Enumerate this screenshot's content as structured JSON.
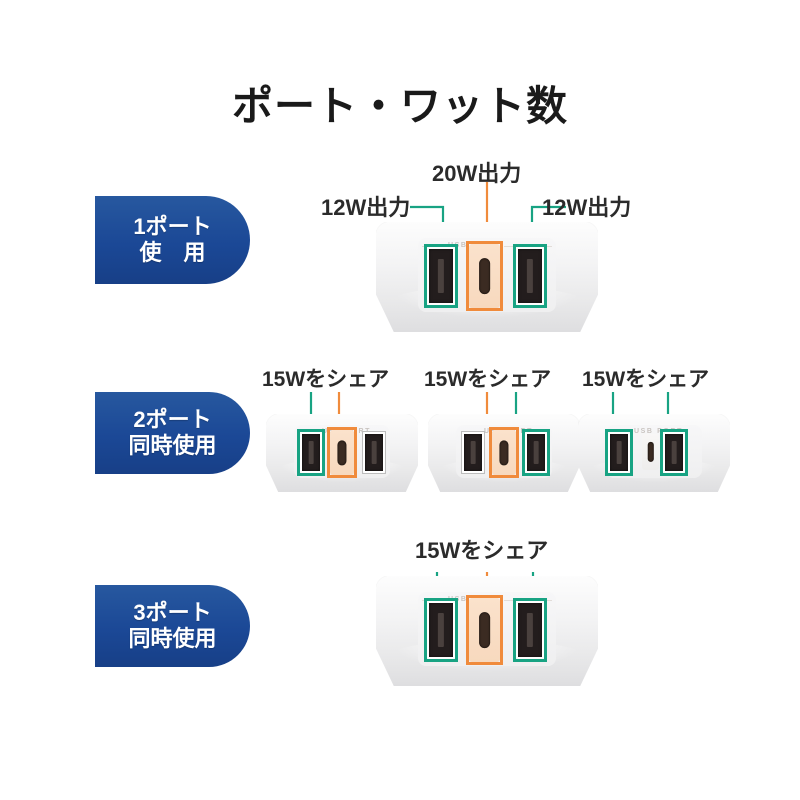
{
  "page": {
    "title": "ポート・ワット数",
    "background_color": "#ffffff",
    "accent_blue": "#1c4d9e",
    "accent_teal": "#18a383",
    "accent_orange": "#f08b3c"
  },
  "rows": [
    {
      "badge": {
        "line1": "1ポート",
        "line2": "使　用"
      },
      "labels": [
        {
          "text": "12W出力",
          "port": "usb-a-left"
        },
        {
          "text": "20W出力",
          "port": "usb-c-center"
        },
        {
          "text": "12W出力",
          "port": "usb-a-right"
        }
      ],
      "devices": [
        {
          "face_label": "USB PORT",
          "ports": [
            {
              "type": "usb-a",
              "highlight": "teal"
            },
            {
              "type": "usb-c",
              "highlight": "orange"
            },
            {
              "type": "usb-a",
              "highlight": "teal"
            }
          ]
        }
      ]
    },
    {
      "badge": {
        "line1": "2ポート",
        "line2": "同時使用"
      },
      "labels": [
        {
          "text": "15Wをシェア"
        },
        {
          "text": "15Wをシェア"
        },
        {
          "text": "15Wをシェア"
        }
      ],
      "devices": [
        {
          "face_label": "USB PORT",
          "ports": [
            {
              "type": "usb-a",
              "highlight": "teal"
            },
            {
              "type": "usb-c",
              "highlight": "orange"
            },
            {
              "type": "usb-a",
              "highlight": "none"
            }
          ]
        },
        {
          "face_label": "USB PORT",
          "ports": [
            {
              "type": "usb-a",
              "highlight": "none"
            },
            {
              "type": "usb-c",
              "highlight": "orange"
            },
            {
              "type": "usb-a",
              "highlight": "teal"
            }
          ]
        },
        {
          "face_label": "USB PORT",
          "ports": [
            {
              "type": "usb-a",
              "highlight": "teal"
            },
            {
              "type": "usb-c",
              "highlight": "none"
            },
            {
              "type": "usb-a",
              "highlight": "teal"
            }
          ]
        }
      ]
    },
    {
      "badge": {
        "line1": "3ポート",
        "line2": "同時使用"
      },
      "labels": [
        {
          "text": "15Wをシェア"
        }
      ],
      "devices": [
        {
          "face_label": "USB PORT",
          "ports": [
            {
              "type": "usb-a",
              "highlight": "teal"
            },
            {
              "type": "usb-c",
              "highlight": "orange"
            },
            {
              "type": "usb-a",
              "highlight": "teal"
            }
          ]
        }
      ]
    }
  ]
}
